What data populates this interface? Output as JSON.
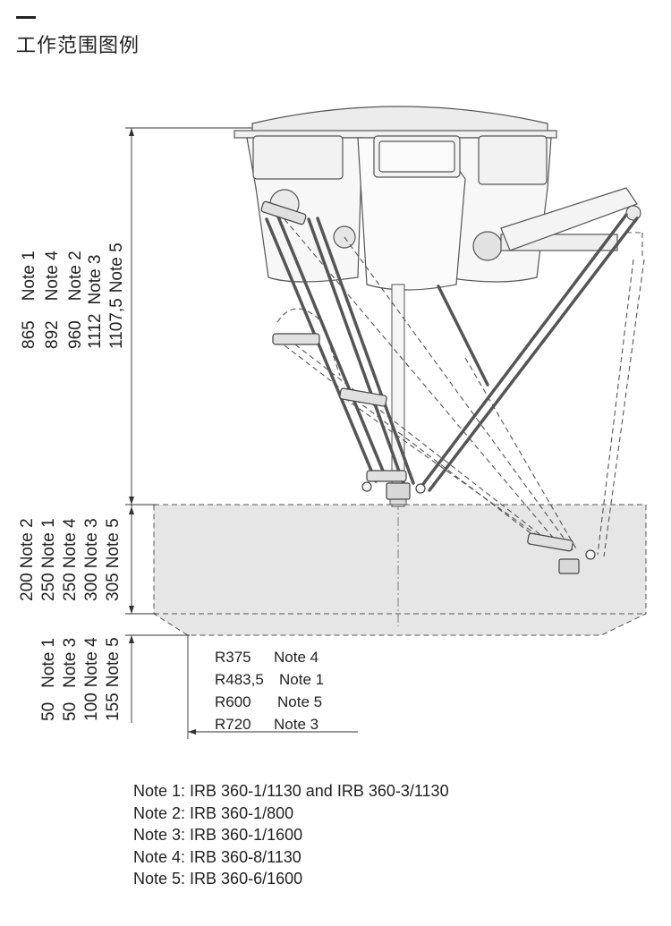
{
  "title": "工作范围图例",
  "dimensions": {
    "height_group": [
      {
        "value": "865",
        "note": "Note 1"
      },
      {
        "value": "892",
        "note": "Note 4"
      },
      {
        "value": "960",
        "note": "Note 2"
      },
      {
        "value": "1112",
        "note": "Note 3"
      },
      {
        "value": "1107,5",
        "note": "Note 5"
      }
    ],
    "stroke_group": [
      {
        "value": "200",
        "note": "Note 2"
      },
      {
        "value": "250",
        "note": "Note 1"
      },
      {
        "value": "250",
        "note": "Note 4"
      },
      {
        "value": "300",
        "note": "Note 3"
      },
      {
        "value": "305",
        "note": "Note 5"
      }
    ],
    "lower_group": [
      {
        "value": "50",
        "note": "Note 1"
      },
      {
        "value": "50",
        "note": "Note 3"
      },
      {
        "value": "100",
        "note": "Note 4"
      },
      {
        "value": "155",
        "note": "Note 5"
      }
    ]
  },
  "radii": [
    {
      "value": "R375",
      "note": "Note 4"
    },
    {
      "value": "R483,5",
      "note": "Note 1"
    },
    {
      "value": "R600",
      "note": "Note 5"
    },
    {
      "value": "R720",
      "note": "Note 3"
    }
  ],
  "notes": [
    "Note 1: IRB 360-1/1130 and IRB 360-3/1130",
    "Note 2: IRB 360-1/800",
    "Note 3: IRB 360-1/1600",
    "Note 4: IRB 360-8/1130",
    "Note 5: IRB 360-6/1600"
  ]
}
